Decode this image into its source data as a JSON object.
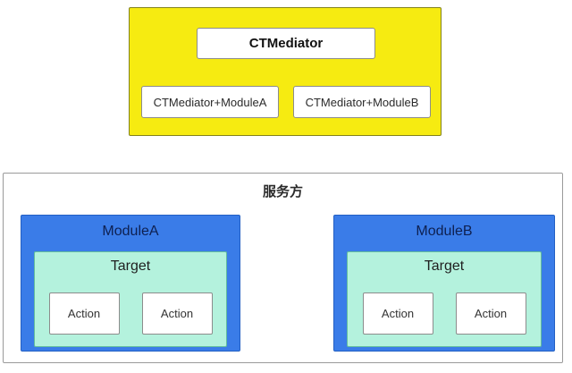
{
  "mediator_panel": {
    "title": "CTMediator",
    "items": [
      {
        "label": "CTMediator+ModuleA"
      },
      {
        "label": "CTMediator+ModuleB"
      }
    ]
  },
  "service_panel": {
    "title": "服务方",
    "modules": [
      {
        "name": "ModuleA",
        "target": {
          "title": "Target",
          "actions": [
            {
              "label": "Action"
            },
            {
              "label": "Action"
            }
          ]
        }
      },
      {
        "name": "ModuleB",
        "target": {
          "title": "Target",
          "actions": [
            {
              "label": "Action"
            },
            {
              "label": "Action"
            }
          ]
        }
      }
    ]
  },
  "colors": {
    "yellow": "#f6eb11",
    "blue": "#3a7ce8",
    "mint": "#b4f2dd",
    "box_border": "#8c8c8c",
    "panel_border": "#9a9a9a"
  }
}
